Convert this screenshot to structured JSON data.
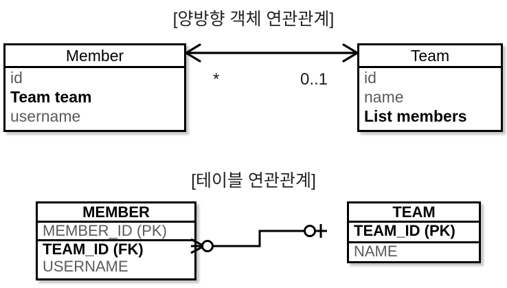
{
  "diagram": {
    "sections": [
      {
        "id": "uml",
        "title": "[양방향 객체 연관관계]",
        "kind": "uml-class-diagram",
        "boxes": [
          {
            "name": "Member",
            "fields": [
              {
                "label": "id",
                "emphasis": "normal"
              },
              {
                "label": "Team team",
                "emphasis": "bold"
              },
              {
                "label": "username",
                "emphasis": "normal"
              }
            ]
          },
          {
            "name": "Team",
            "fields": [
              {
                "label": "id",
                "emphasis": "normal"
              },
              {
                "label": "name",
                "emphasis": "normal"
              },
              {
                "label": "List members",
                "emphasis": "bold"
              }
            ]
          }
        ],
        "association": {
          "style": "bidirectional-open-arrow",
          "source_multiplicity": "*",
          "target_multiplicity": "0..1"
        }
      },
      {
        "id": "table",
        "title": "[테이블 연관관계]",
        "kind": "er-diagram",
        "boxes": [
          {
            "name": "MEMBER",
            "fields": [
              {
                "label": "MEMBER_ID (PK)",
                "emphasis": "normal"
              },
              {
                "label": "TEAM_ID (FK)",
                "emphasis": "bold"
              },
              {
                "label": "USERNAME",
                "emphasis": "normal"
              }
            ]
          },
          {
            "name": "TEAM",
            "fields": [
              {
                "label": "TEAM_ID (PK)",
                "emphasis": "bold"
              },
              {
                "label": "NAME",
                "emphasis": "normal"
              }
            ]
          }
        ],
        "relationship": {
          "style": "crows-foot",
          "source_cardinality": "zero-or-many",
          "target_cardinality": "zero-or-one"
        }
      }
    ],
    "colors": {
      "stroke": "#000000",
      "background": "#ffffff",
      "muted_text": "#5a5a5a",
      "title_text": "#222222"
    }
  }
}
